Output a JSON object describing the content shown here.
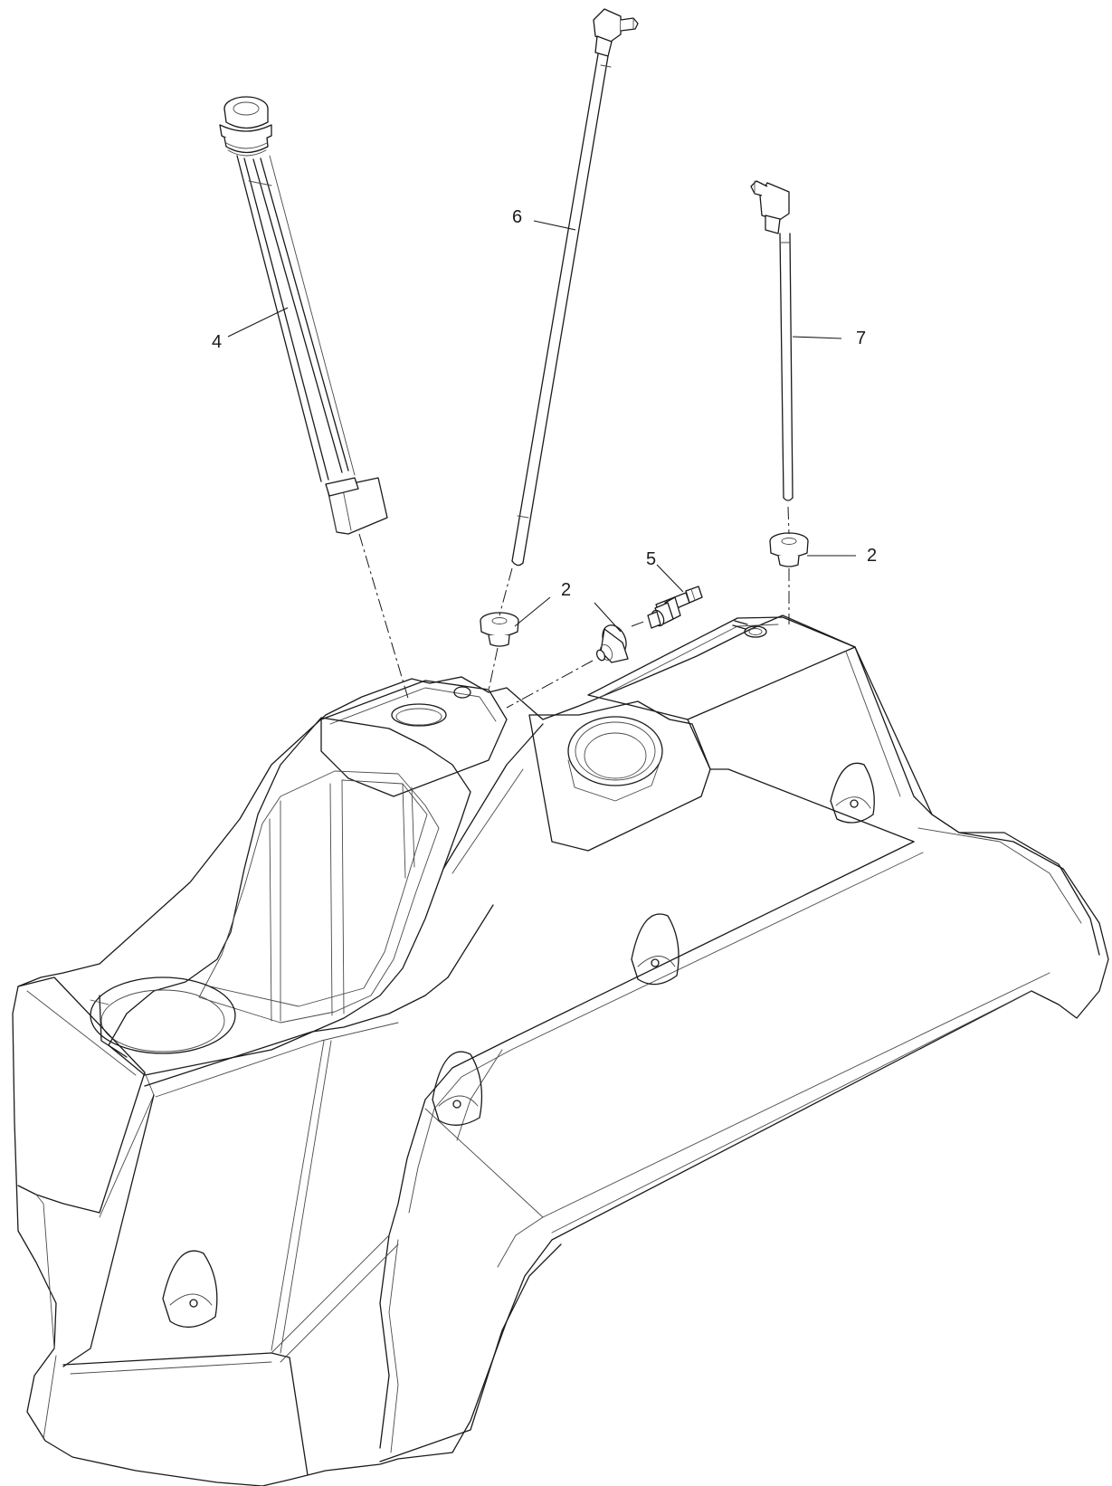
{
  "callouts": {
    "fuel_sender": "4",
    "vent_tube_left": "6",
    "vent_tube_right": "7",
    "grommet_center": "2",
    "grommet_right": "2",
    "fitting": "5"
  },
  "colors": {
    "line": "#1a1a1a",
    "background": "#ffffff"
  }
}
